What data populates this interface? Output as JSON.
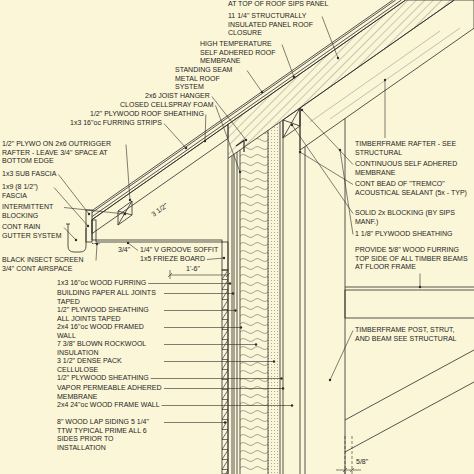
{
  "diagram": {
    "labels": [
      "AT TOP OF ROOF SIPS PANEL",
      "11 1/4\" STRUCTURALLY INSULATED PANEL ROOF CLOSURE",
      "HIGH TEMPERATURE SELF ADHERED ROOF MEMBRANE",
      "STANDING SEAM METAL ROOF SYSTEM",
      "2x6 JOIST HANGER",
      "CLOSED CELLSPRAY FOAM",
      "1/2\" PLYWOOD ROOF SHEATHING",
      "1x3 16\"oc FURRING STRIPS",
      "1/2\" PLYWO ON 2x6 OUTRIGGER RAFTER - LEAVE 3/4\" SPACE AT BOTTOM EDGE",
      "1x3 SUB FASCIA",
      "1x9 (8 1/2\") FASCIA",
      "INTERMITTENT BLOCKING",
      "CONT RAIN GUTTER SYSTEM",
      "BLACK INSECT SCREEN 3/4\" CONT AIRSPACE",
      "3/4\"",
      "3 1/2\"",
      "1/4\" V GROOVE SOFFIT",
      "1x5 FRIEZE BOARD",
      "1'-6\"",
      "1x3 16\"oc WOOD FURRING",
      "BUILDING PAPER ALL JOINTS TAPED",
      "1/2\" PLYWOOD SHEATHING ALL JOINTS TAPED",
      "2x4 16\"oc WOOD FRAMED WALL",
      "7 3/8\" BLOWN ROCKWOOL INSULATION",
      "3 1/2\" DENSE PACK CELLULOSE",
      "1/2\" PLYWOOD SHEATHING",
      "VAPOR PERMEABLE ADHERED MEMBRANE",
      "2x4 24\"oc WOOD FRAME WALL",
      "8\" WOOD LAP SIDING 5 1/4\" TTW TYPICAL PRIME ALL 6 SIDES PRIOR TO INSTALLATION",
      "TIMBERFRAME RAFTER - SEE STRUCTURAL",
      "CONTINUOUS SELF ADHERED MEMBRANE",
      "CONT BEAD OF \"TREMCO\" ACOUSTICAL SEALANT (5x - TYP)",
      "SOLID 2x BLOCKING (BY SIPS MANF.)",
      "1 1/8\" PLYWOOD SHEATHING",
      "PROVIDE 5/8\" WOOD FURRING TOP SIDE OF ALL TIMBER BEAMS AT FLOOR FRAME",
      "TIMBERFRAME POST, STRUT, AND BEAM SEE STRUCTURAL",
      "5/8\""
    ]
  }
}
